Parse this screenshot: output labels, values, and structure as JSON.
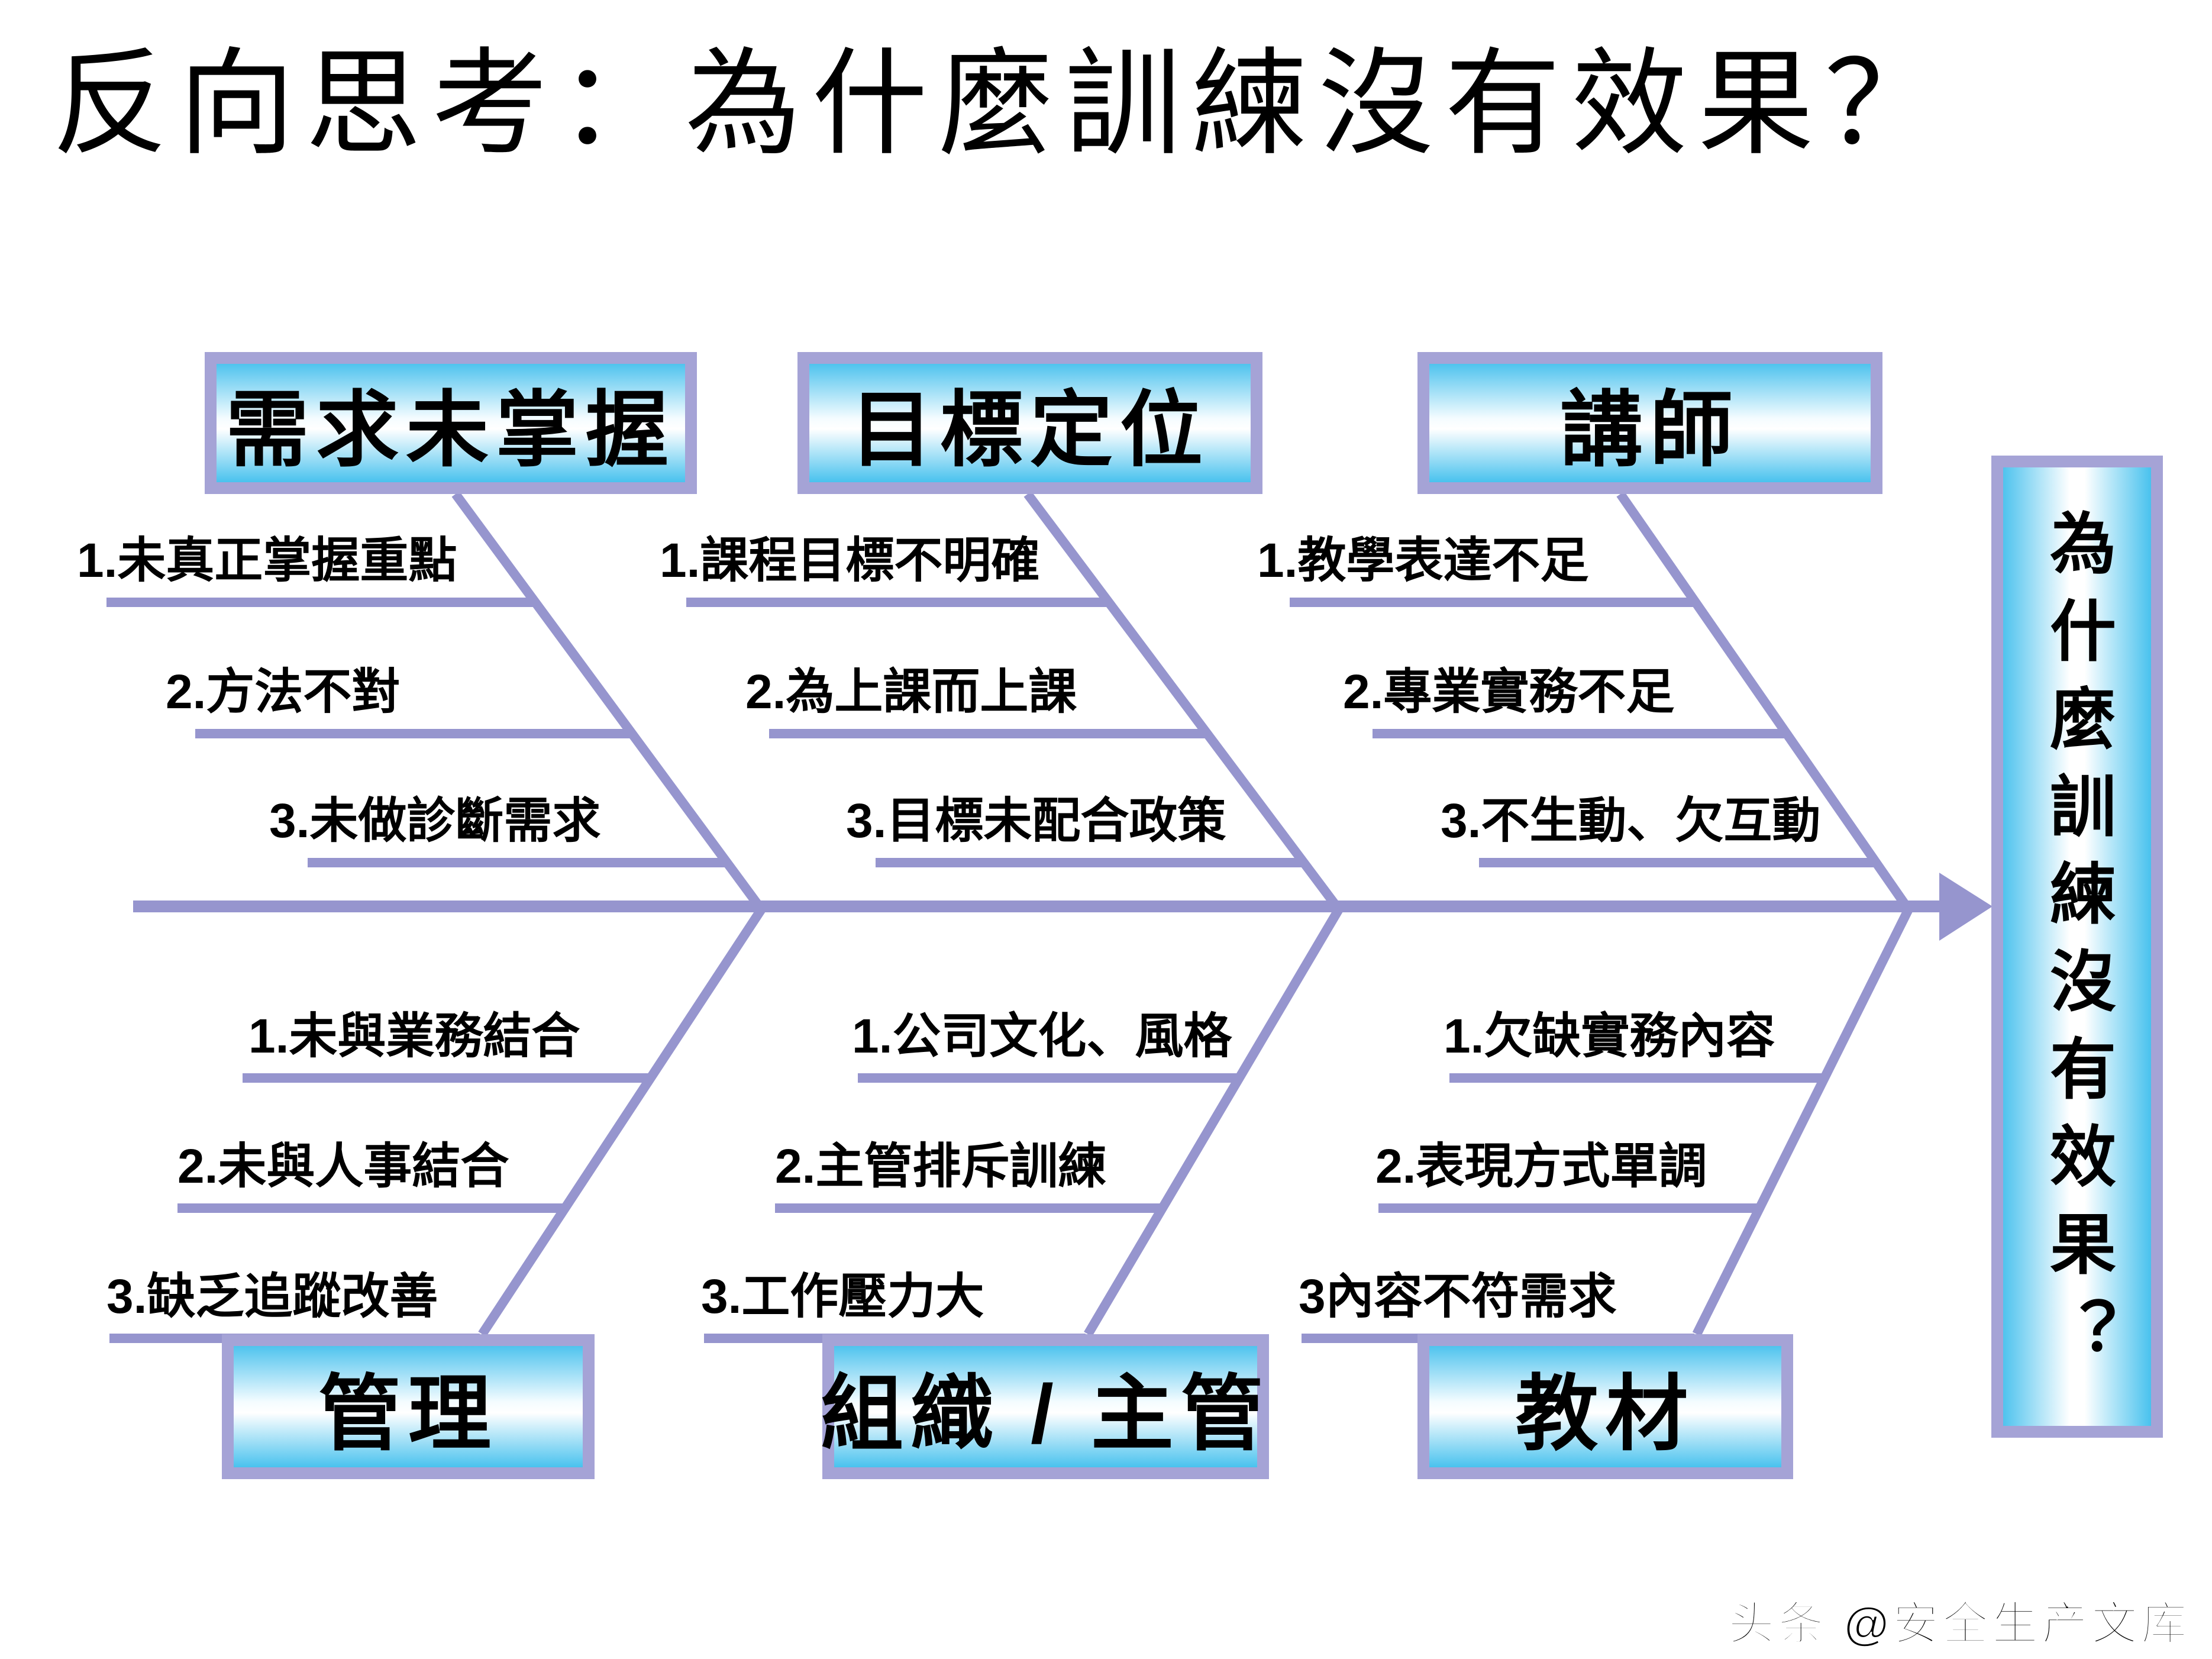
{
  "title": "反向思考：為什麼訓練沒有效果？",
  "effect": "為什麼訓練沒有效果？",
  "branches": {
    "top": [
      {
        "category": "需求未掌握",
        "causes": [
          "1.未真正掌握重點",
          "2.方法不對",
          "3.未做診斷需求"
        ]
      },
      {
        "category": "目標定位",
        "causes": [
          "1.課程目標不明確",
          "2.為上課而上課",
          "3.目標未配合政策"
        ]
      },
      {
        "category": "講師",
        "causes": [
          "1.教學表達不足",
          "2.專業實務不足",
          "3.不生動、欠互動"
        ]
      }
    ],
    "bottom": [
      {
        "category": "管理",
        "causes": [
          "1.未與業務結合",
          "2.未與人事結合",
          "3.缺乏追蹤改善"
        ]
      },
      {
        "category": "組織 / 主管",
        "causes": [
          "1.公司文化、風格",
          "2.主管排斥訓練",
          "3.工作壓力大"
        ]
      },
      {
        "category": "教材",
        "causes": [
          "1.欠缺實務內容",
          "2.表現方式單調",
          "3內容不符需求"
        ]
      }
    ]
  },
  "watermark": "头条 @安全生产文库",
  "colors": {
    "bone": "#9695ce",
    "box_border": "#a5a3d6",
    "box_cyan": "#4fc3ee"
  }
}
